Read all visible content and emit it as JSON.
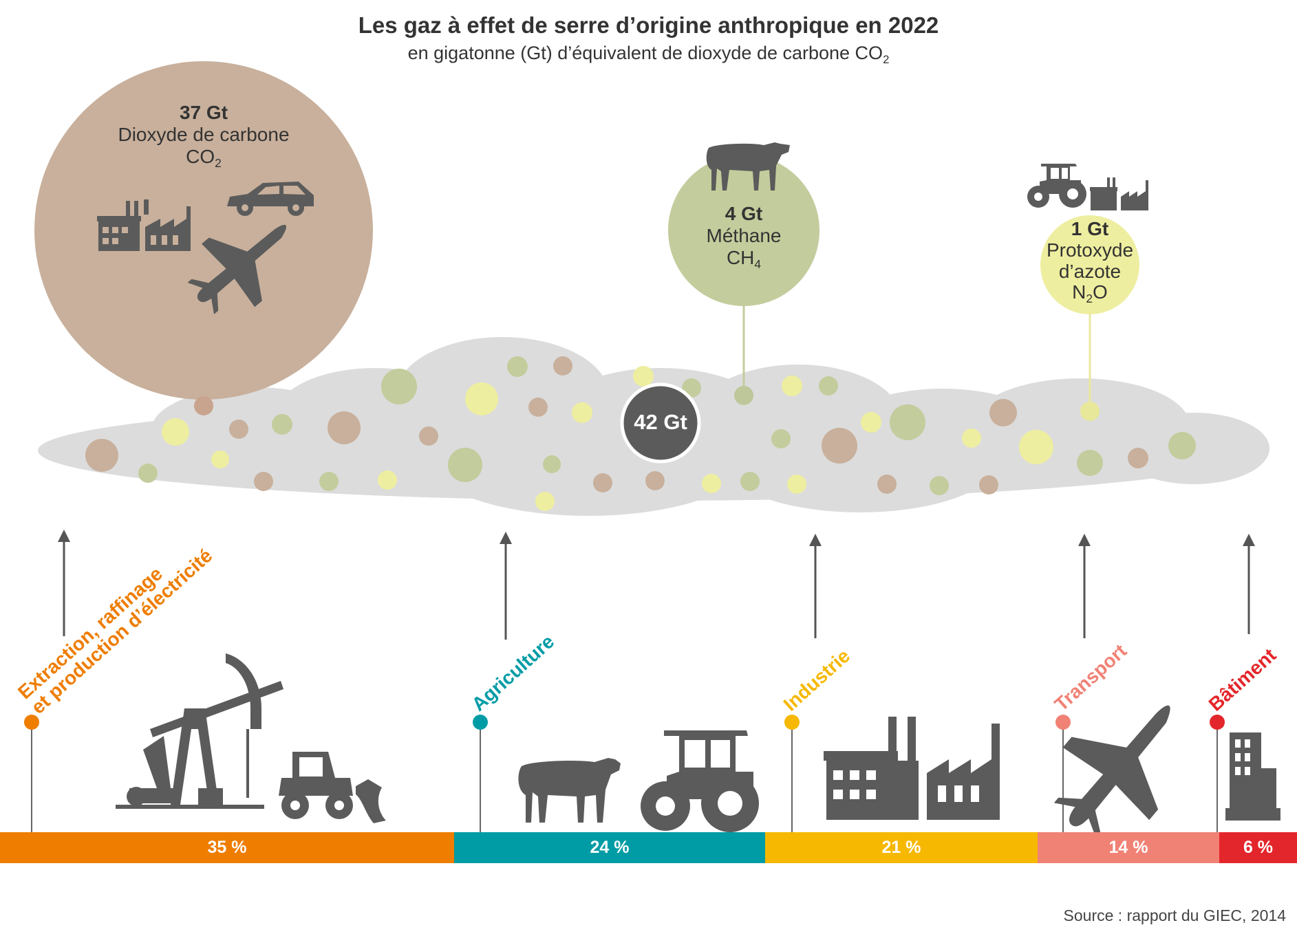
{
  "title": "Les gaz à effet de serre d’origine anthropique en 2022",
  "subtitle_main": "en gigatonne (Gt) d’équivalent de dioxyde de carbone CO",
  "subtitle_sub": "2",
  "total": "42 Gt",
  "gases": [
    {
      "amount": "37 Gt",
      "name": "Dioxyde de carbone",
      "formula_main": "CO",
      "formula_sub": "2",
      "formula_tail": "",
      "color": "#c8b09c"
    },
    {
      "amount": "4 Gt",
      "name": "Méthane",
      "formula_main": "CH",
      "formula_sub": "4",
      "formula_tail": "",
      "color": "#c3cc9c"
    },
    {
      "amount": "1 Gt",
      "name_line1": "Protoxyde",
      "name_line2": "d’azote",
      "formula_main": "N",
      "formula_sub": "2",
      "formula_tail": "O",
      "color": "#eeeea0"
    }
  ],
  "sectors": [
    {
      "label_line1": "Extraction, raffinage",
      "label_line2": "et production d’électricité",
      "percent": "35 %",
      "share": 35,
      "color": "#ee7d00"
    },
    {
      "label_line1": "Agriculture",
      "label_line2": "",
      "percent": "24 %",
      "share": 24,
      "color": "#009ca6"
    },
    {
      "label_line1": "Industrie",
      "label_line2": "",
      "percent": "21 %",
      "share": 21,
      "color": "#f6b800"
    },
    {
      "label_line1": "Transport",
      "label_line2": "",
      "percent": "14 %",
      "share": 14,
      "color": "#f08275"
    },
    {
      "label_line1": "Bâtiment",
      "label_line2": "",
      "percent": "6 %",
      "share": 6,
      "color": "#e3262b"
    }
  ],
  "icons": [
    "factory-icon",
    "car-icon",
    "airplane-icon",
    "cow-icon",
    "tractor-icon",
    "oil-pump-icon",
    "bulldozer-icon",
    "building-icon"
  ],
  "source": "Source : rapport du GIEC, 2014"
}
